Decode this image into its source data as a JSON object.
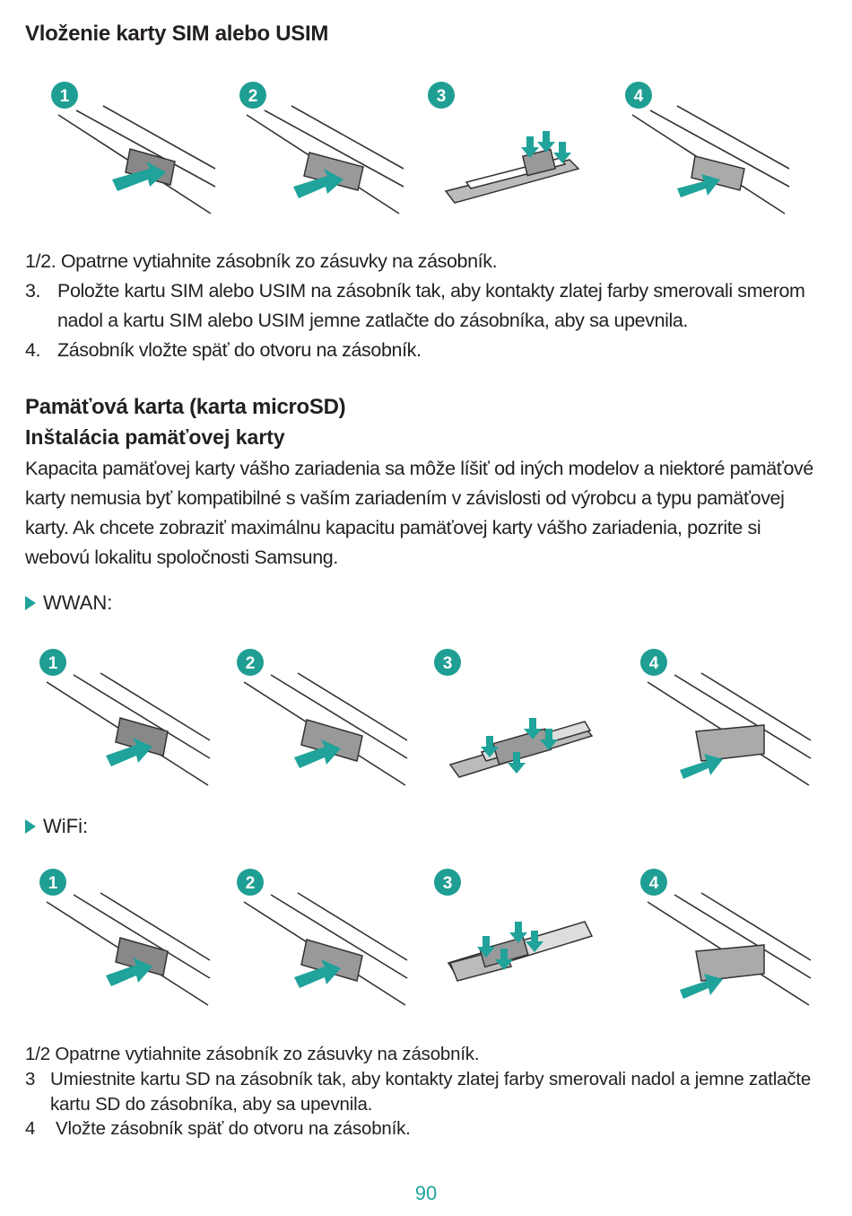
{
  "section1": {
    "title": "Vloženie karty SIM alebo USIM",
    "steps": [
      {
        "num": "1/2.",
        "text": "Opatrne vytiahnite zásobník zo zásuvky na zásobník."
      },
      {
        "num": "3.",
        "text": "Položte kartu SIM alebo USIM na zásobník tak, aby kontakty zlatej farby smerovali smerom nadol a kartu SIM alebo USIM jemne zatlačte do zásobníka, aby sa upevnila."
      },
      {
        "num": "4.",
        "text": "Zásobník vložte späť do otvoru na zásobník."
      }
    ]
  },
  "section2": {
    "title": "Pamäťová karta (karta microSD)",
    "subtitle": "Inštalácia pamäťovej karty",
    "paragraph": "Kapacita pamäťovej karty vášho zariadenia sa môže líšiť od iných modelov a niektoré pamäťové karty nemusia byť kompatibilné s vaším zariadením v závislosti od výrobcu a typu pamäťovej karty. Ak chcete zobraziť maximálnu kapacitu pamäťovej karty vášho zariadenia, pozrite si webovú lokalitu spoločnosti Samsung.",
    "variant_wwan": "WWAN:",
    "variant_wifi": "WiFi:",
    "steps": [
      {
        "num": "1/2",
        "text": "Opatrne vytiahnite zásobník zo zásuvky na zásobník."
      },
      {
        "num": "3",
        "text": "Umiestnite kartu SD na zásobník tak, aby kontakty zlatej farby smerovali nadol a jemne zatlačte kartu SD do zásobníka, aby sa upevnila."
      },
      {
        "num": "4",
        "text": "Vložte zásobník späť do otvoru na zásobník."
      }
    ]
  },
  "figures": {
    "badges": [
      "1",
      "2",
      "3",
      "4"
    ],
    "accent_color": "#1fa39a",
    "badge_color": "#1f9e93"
  },
  "page_number": "90"
}
